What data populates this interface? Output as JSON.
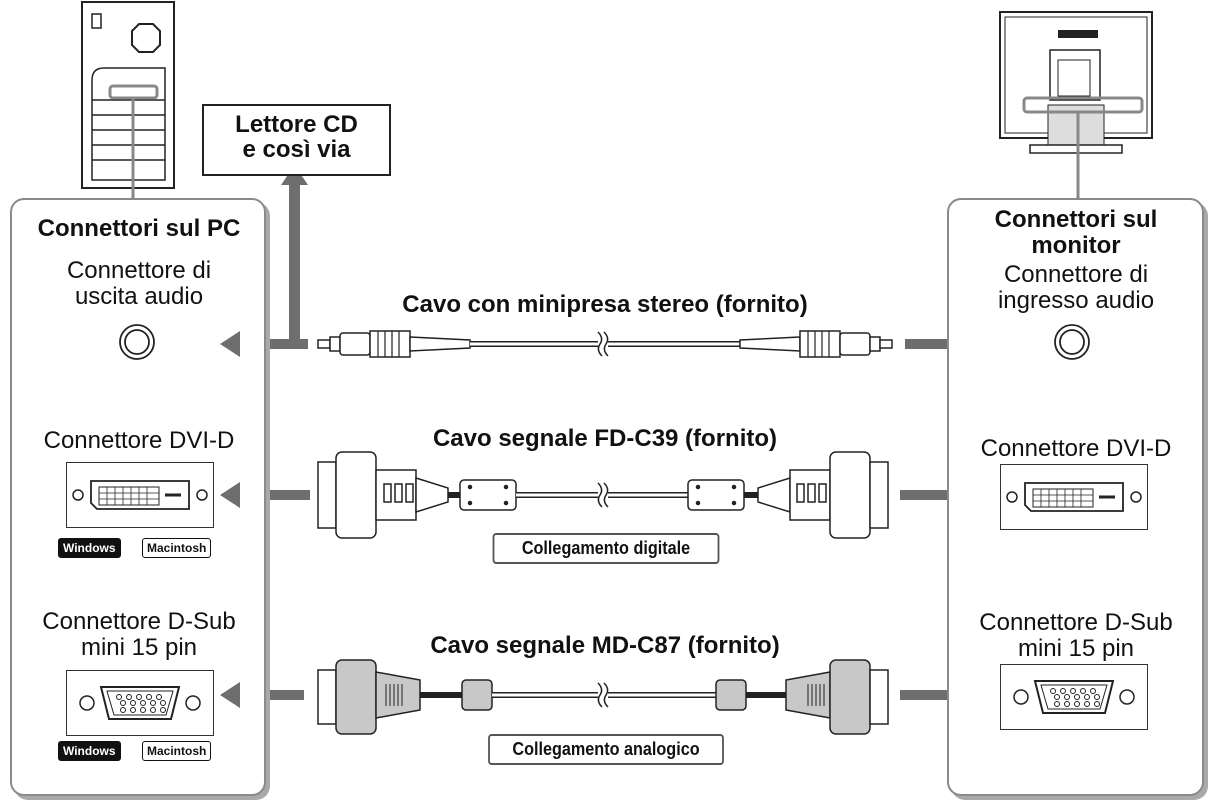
{
  "left_panel": {
    "title": "Connettori sul PC",
    "audio_label_1": "Connettore di",
    "audio_label_2": "uscita audio",
    "dvi_label": "Connettore DVI-D",
    "dsub_label_1": "Connettore D-Sub",
    "dsub_label_2": "mini 15 pin",
    "badges": {
      "windows": "Windows",
      "mac": "Macintosh"
    }
  },
  "right_panel": {
    "title_1": "Connettori sul",
    "title_2": "monitor",
    "audio_label_1": "Connettore di",
    "audio_label_2": "ingresso audio",
    "dvi_label": "Connettore DVI-D",
    "dsub_label_1": "Connettore D-Sub",
    "dsub_label_2": "mini 15 pin"
  },
  "cd_box": {
    "line1": "Lettore CD",
    "line2": "e così via"
  },
  "cables": {
    "audio": "Cavo con minipresa stereo (fornito)",
    "dvi": "Cavo segnale FD-C39 (fornito)",
    "dvi_link": "Collegamento digitale",
    "dsub": "Cavo segnale MD-C87 (fornito)",
    "dsub_link": "Collegamento analogico"
  },
  "icons": [
    "pc-tower-icon",
    "monitor-back-icon",
    "audio-jack-icon",
    "dvi-port-icon",
    "dsub-port-icon",
    "arrow-icon"
  ],
  "colors": {
    "arrow": "#6e6e6e",
    "panel_border": "#8a8a8a",
    "shadow": "#a9a9a9"
  }
}
